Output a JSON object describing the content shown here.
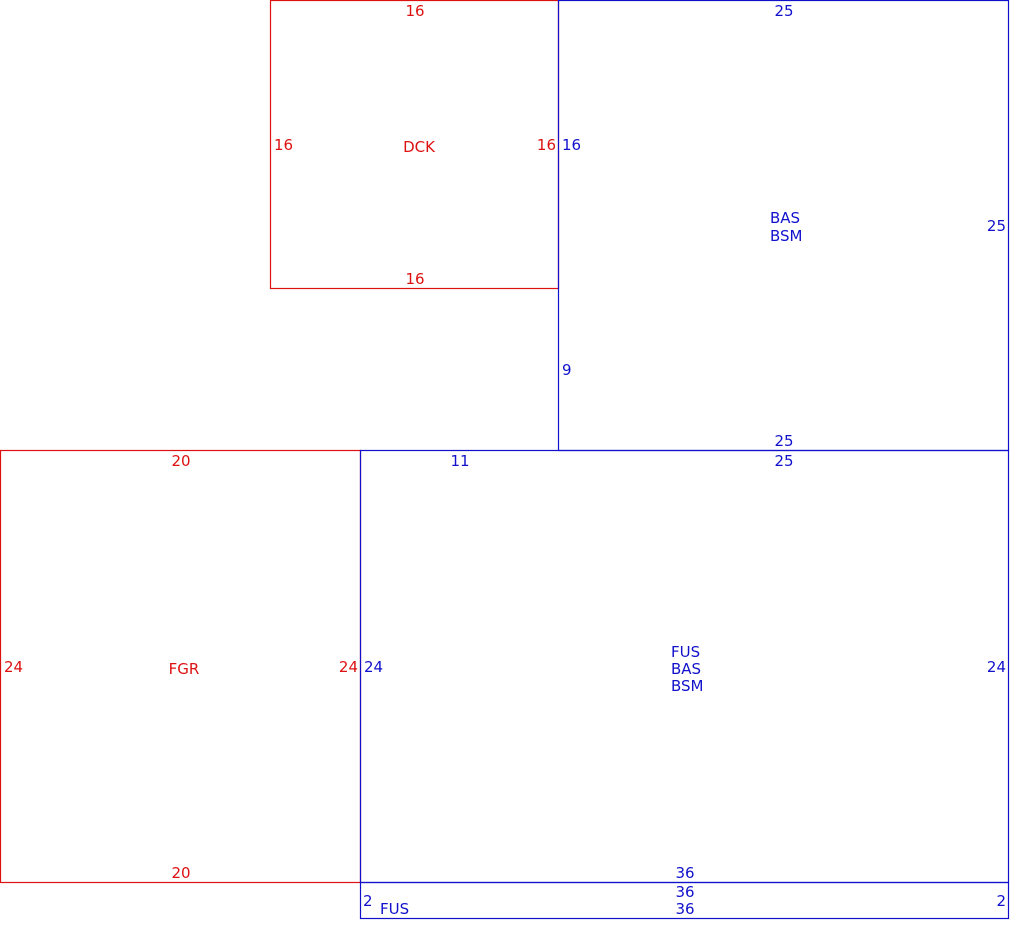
{
  "colors": {
    "exterior": "#dd1111",
    "interior": "#1111cc"
  },
  "areas": {
    "dck": {
      "codes": [
        "DCK"
      ],
      "dims": {
        "top": "16",
        "left": "16",
        "right": "16",
        "bottom": "16"
      }
    },
    "bas_upper": {
      "codes": [
        "BAS",
        "BSM"
      ],
      "dims": {
        "top": "25",
        "left_upper": "16",
        "left_lower": "9",
        "right": "25",
        "bottom": "25"
      }
    },
    "fgr": {
      "codes": [
        "FGR"
      ],
      "dims": {
        "top": "20",
        "left": "24",
        "right": "24",
        "bottom": "20"
      }
    },
    "main": {
      "codes": [
        "FUS",
        "BAS",
        "BSM"
      ],
      "dims": {
        "top_left": "11",
        "top_right": "25",
        "left": "24",
        "right": "24",
        "bottom": "36"
      }
    },
    "fus_strip": {
      "codes": [
        "FUS"
      ],
      "dims": {
        "top": "36",
        "bottom": "36",
        "left": "2",
        "right": "2"
      }
    }
  }
}
